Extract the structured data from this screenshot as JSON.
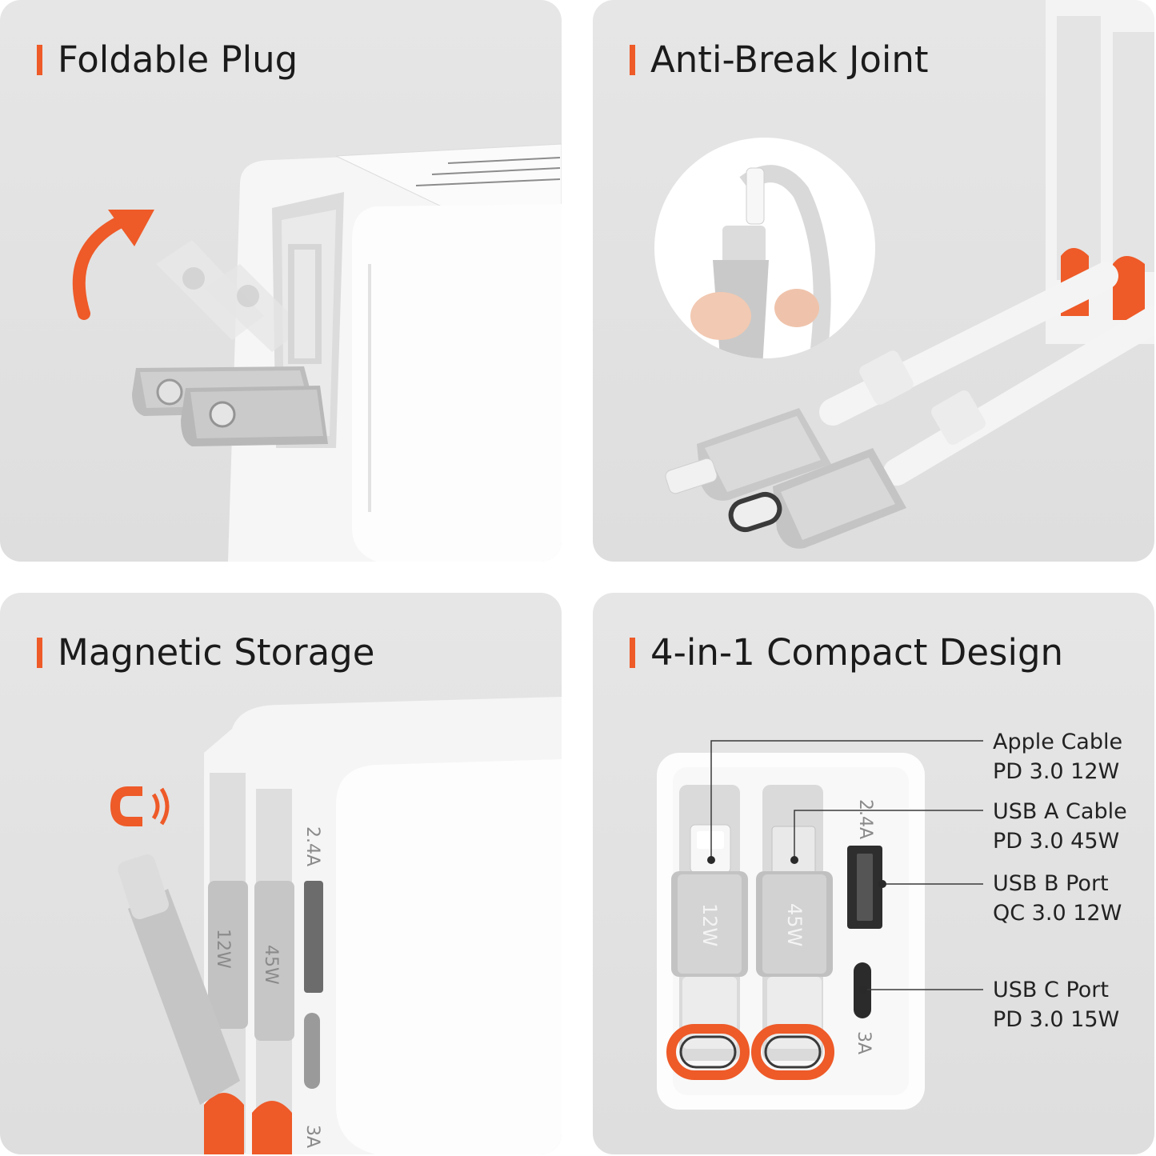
{
  "panels": {
    "foldable": {
      "title": "Foldable Plug"
    },
    "antibreak": {
      "title": "Anti-Break Joint"
    },
    "magnetic": {
      "title": "Magnetic Storage"
    },
    "compact": {
      "title": "4-in-1 Compact Design",
      "callouts": [
        {
          "name": "Apple Cable",
          "spec": "PD 3.0 12W"
        },
        {
          "name": "USB A Cable",
          "spec": "PD 3.0 45W"
        },
        {
          "name": "USB B Port",
          "spec": "QC 3.0 12W"
        },
        {
          "name": "USB C Port",
          "spec": "PD 3.0 15W"
        }
      ],
      "cable_marks": [
        "12W",
        "45W"
      ],
      "port_marks": [
        "2.4A",
        "3A"
      ]
    }
  },
  "magnetic_marks": [
    "12W",
    "45W",
    "2.4A",
    "3A"
  ],
  "accent_color": "#ee5a28"
}
